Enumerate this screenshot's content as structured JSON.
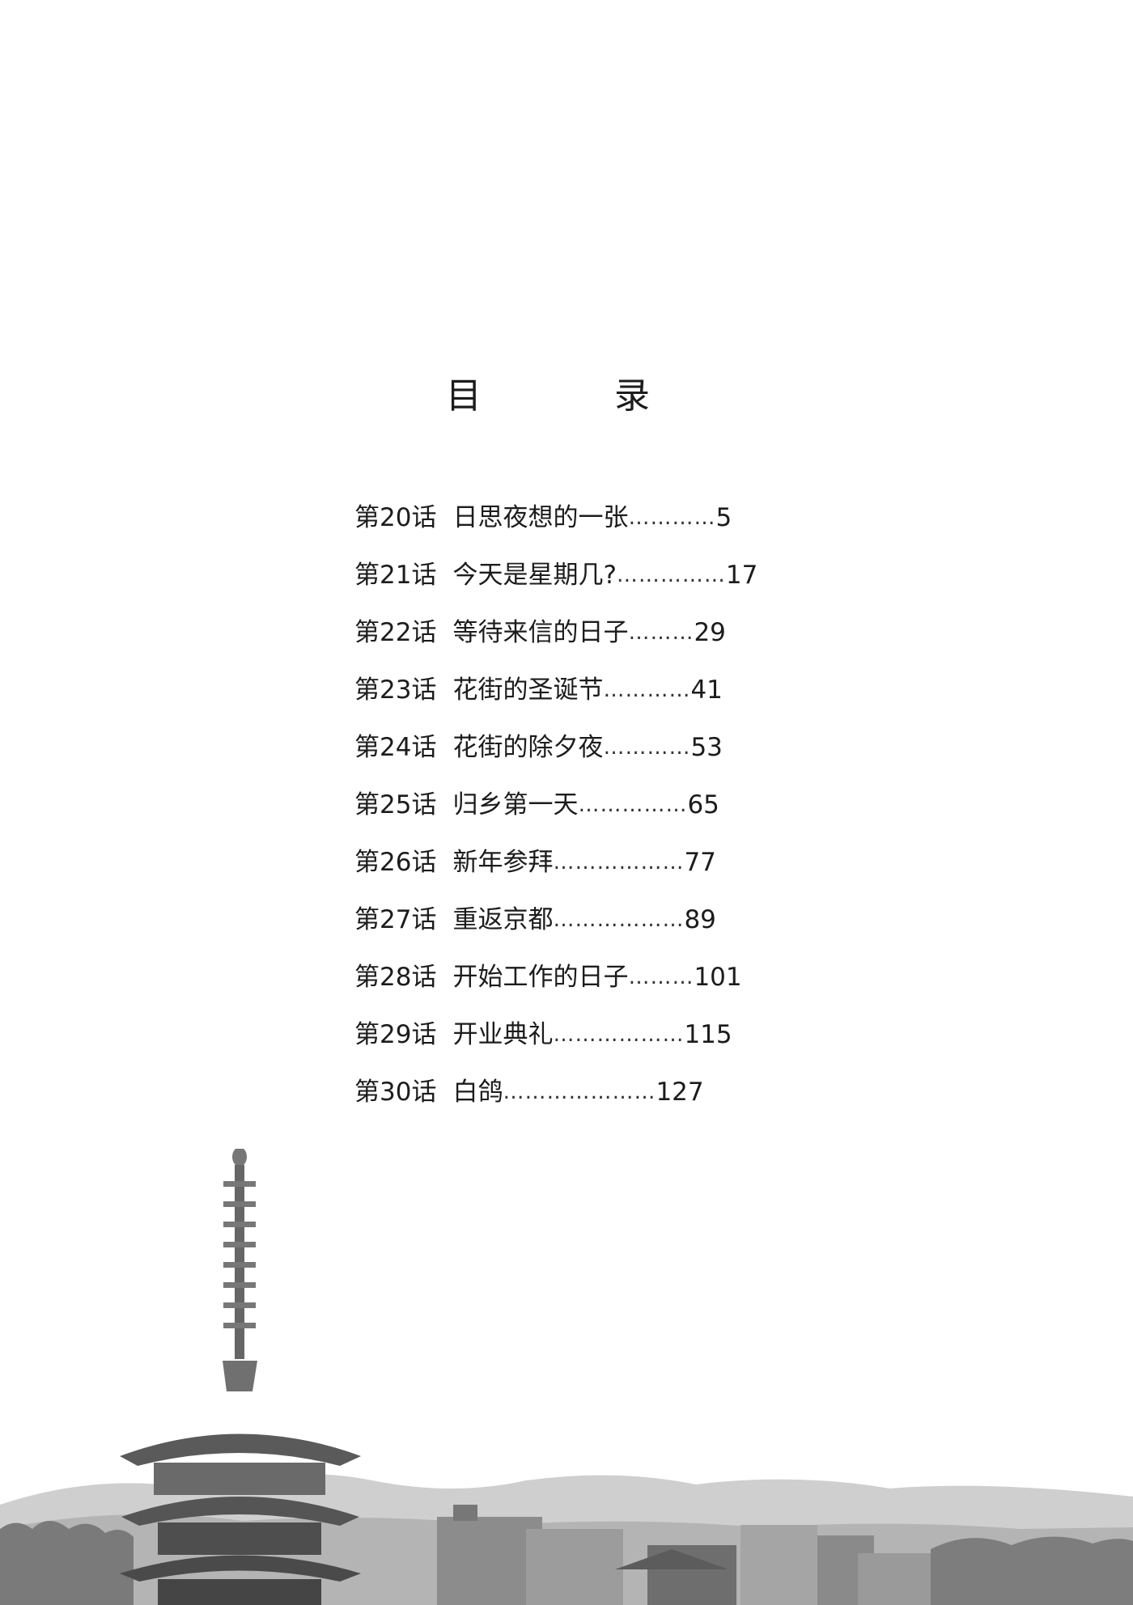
{
  "toc": {
    "title": "目　录",
    "entries": [
      {
        "ep": "第20话",
        "title": "日思夜想的一张",
        "dots": "…………",
        "page": "5"
      },
      {
        "ep": "第21话",
        "title": "今天是星期几?",
        "dots": "……………",
        "page": "17"
      },
      {
        "ep": "第22话",
        "title": "等待来信的日子",
        "dots": "………",
        "page": "29"
      },
      {
        "ep": "第23话",
        "title": "花街的圣诞节",
        "dots": "…………",
        "page": "41"
      },
      {
        "ep": "第24话",
        "title": "花街的除夕夜",
        "dots": "…………",
        "page": "53"
      },
      {
        "ep": "第25话",
        "title": "归乡第一天",
        "dots": "……………",
        "page": "65"
      },
      {
        "ep": "第26话",
        "title": "新年参拜",
        "dots": "………………",
        "page": "77"
      },
      {
        "ep": "第27话",
        "title": "重返京都",
        "dots": "………………",
        "page": "89"
      },
      {
        "ep": "第28话",
        "title": "开始工作的日子",
        "dots": "………",
        "page": "101"
      },
      {
        "ep": "第29话",
        "title": "开业典礼",
        "dots": "………………",
        "page": "115"
      },
      {
        "ep": "第30话",
        "title": "白鸽",
        "dots": "…………………",
        "page": "127"
      }
    ]
  },
  "illustration": {
    "subject": "pagoda-cityscape"
  }
}
